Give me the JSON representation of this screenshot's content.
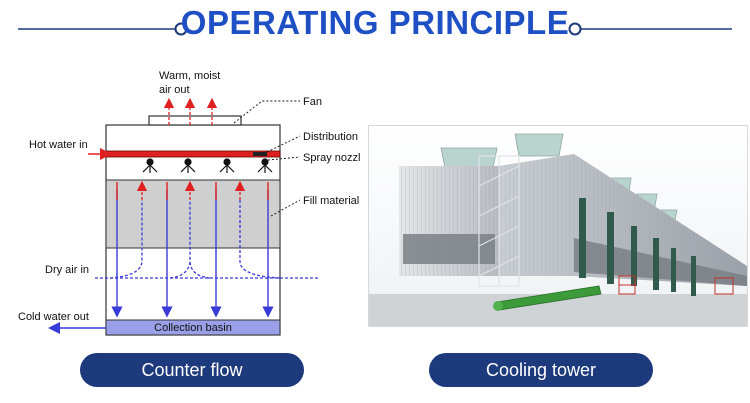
{
  "header": {
    "title": "OPERATING PRINCIPLE"
  },
  "diagram": {
    "labels": {
      "air_out_line1": "Warm, moist",
      "air_out_line2": "air out",
      "fan": "Fan",
      "hot_water_in": "Hot water in",
      "distribution_system": "Distribution system",
      "spray_nozzles": "Spray nozzles",
      "fill_material": "Fill material",
      "dry_air_in": "Dry air in",
      "cold_water_out": "Cold water out",
      "collection_basin": "Collection basin"
    },
    "colors": {
      "hot_water": "#e02020",
      "cold_water": "#3a3ad8",
      "fill": "#cfcfcf",
      "basin": "#9aa0e8"
    }
  },
  "captions": {
    "left": "Counter flow",
    "right": "Cooling tower"
  },
  "colors": {
    "title": "#1f4fc4",
    "pill_bg": "#1d3a7d"
  }
}
